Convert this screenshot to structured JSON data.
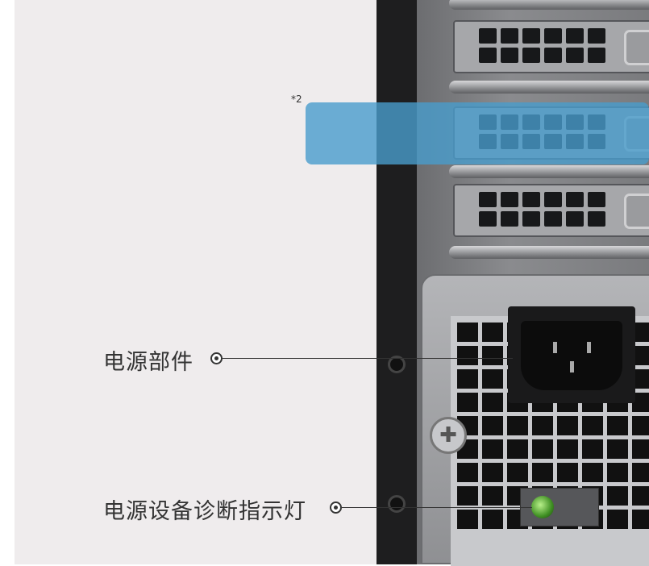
{
  "annotations": {
    "footnote": "*2",
    "power_unit": "电源部件",
    "power_diag_led": "电源设备诊断指示灯"
  },
  "colors": {
    "highlight": "#489ccc",
    "background": "#efeced"
  }
}
